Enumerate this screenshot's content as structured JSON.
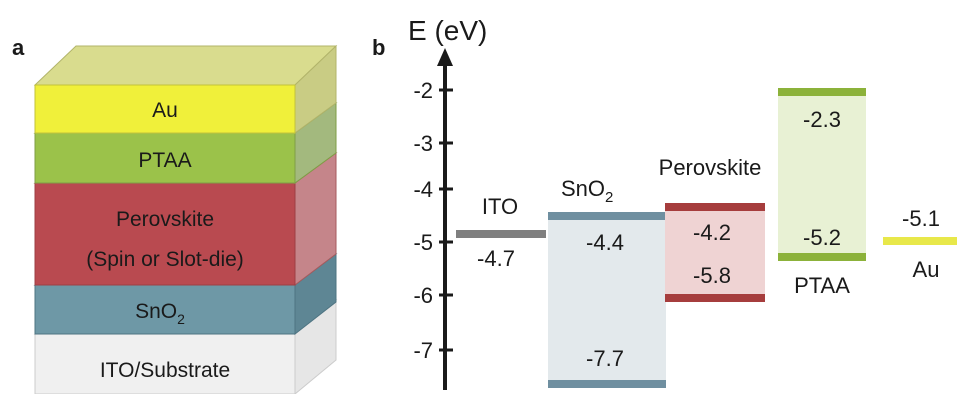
{
  "panel_a": {
    "label": "a",
    "layers": {
      "au": "Au",
      "ptaa": "PTAA",
      "perovskite_line1": "Perovskite",
      "perovskite_line2": "(Spin or Slot-die)",
      "sno2_base": "SnO",
      "sno2_sub": "2",
      "ito": "ITO/Substrate"
    }
  },
  "panel_b": {
    "label": "b",
    "axis_title": "E (eV)",
    "ticks": [
      "-2",
      "-3",
      "-4",
      "-5",
      "-6",
      "-7"
    ],
    "materials": {
      "ito": {
        "name": "ITO",
        "level": "-4.7"
      },
      "sno2": {
        "name_base": "SnO",
        "name_sub": "2",
        "top": "-4.4",
        "bottom": "-7.7"
      },
      "perovskite": {
        "name": "Perovskite",
        "top": "-4.2",
        "bottom": "-5.8"
      },
      "ptaa": {
        "name": "PTAA",
        "top": "-2.3",
        "bottom": "-5.2"
      },
      "au": {
        "name": "Au",
        "level": "-5.1"
      }
    },
    "colors": {
      "ito": "#7f7f7f",
      "sno2_bar": "#6f8fa0",
      "sno2_fill": "#e3e9ec",
      "perovskite_bar": "#a63d3d",
      "perovskite_fill": "#efd3d3",
      "ptaa_bar": "#8cb23a",
      "ptaa_fill": "#e8f1d4",
      "au": "#e8e84a"
    }
  }
}
